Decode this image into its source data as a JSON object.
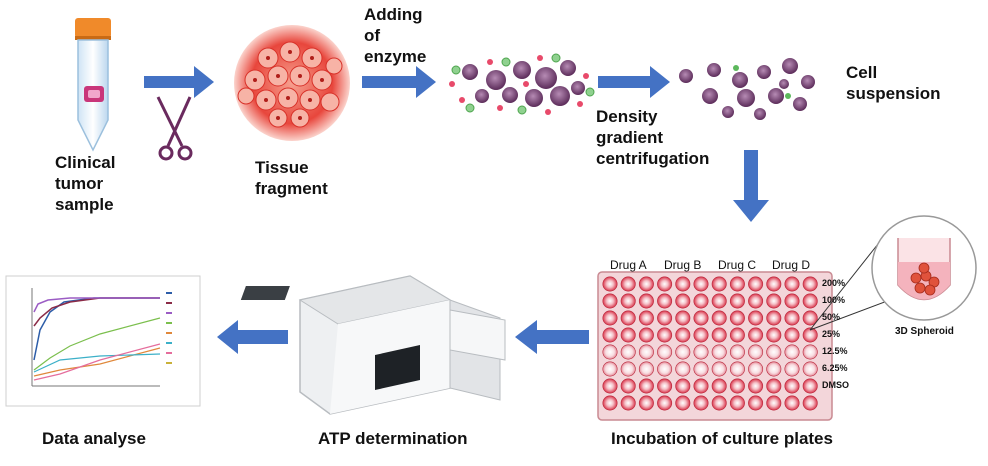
{
  "steps": {
    "clinical": "Clinical\ntumor\nsample",
    "tissue": "Tissue\nfragment",
    "enzyme": "Adding\nof\nenzyme",
    "density": "Density\ngradient\ncentrifugation",
    "suspension": "Cell\nsuspension",
    "incubation": "Incubation of culture plates",
    "atp": "ATP determination",
    "analyse": "Data analyse"
  },
  "plate": {
    "drugs": [
      "Drug A",
      "Drug B",
      "Drug C",
      "Drug D"
    ],
    "concentrations": [
      "200%",
      "100%",
      "50%",
      "25%",
      "12.5%",
      "6.25%",
      "DMSO"
    ],
    "spheroid_label": "3D Spheroid"
  },
  "colors": {
    "arrow": "#4472c4",
    "tissue": "#e8463c",
    "cell_purple": "#7b3f78",
    "cell_green": "#5cb85c",
    "well": "#d9344a"
  }
}
